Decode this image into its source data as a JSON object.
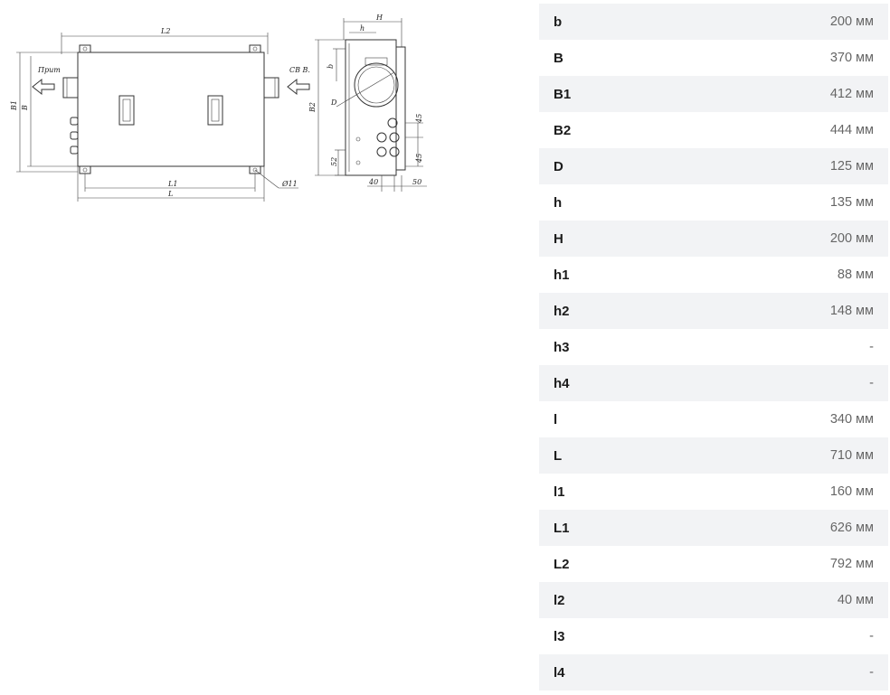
{
  "drawing": {
    "labels": {
      "l2": "L2",
      "l1": "L1",
      "l": "L",
      "b1": "B1",
      "b": "B",
      "prit": "Прит",
      "sv": "СВ В.",
      "phi": "Ø11",
      "h_cap": "H",
      "h_small": "h",
      "b_small": "b",
      "d": "D",
      "b2": "B2",
      "d45a": "45",
      "d45b": "45",
      "d52": "52",
      "d40": "40",
      "d50": "50"
    }
  },
  "specs": [
    {
      "key": "b",
      "value": "200 мм"
    },
    {
      "key": "B",
      "value": "370 мм"
    },
    {
      "key": "B1",
      "value": "412 мм"
    },
    {
      "key": "B2",
      "value": "444 мм"
    },
    {
      "key": "D",
      "value": "125 мм"
    },
    {
      "key": "h",
      "value": "135 мм"
    },
    {
      "key": "H",
      "value": "200 мм"
    },
    {
      "key": "h1",
      "value": "88 мм"
    },
    {
      "key": "h2",
      "value": "148 мм"
    },
    {
      "key": "h3",
      "value": "-"
    },
    {
      "key": "h4",
      "value": "-"
    },
    {
      "key": "l",
      "value": "340 мм"
    },
    {
      "key": "L",
      "value": "710 мм"
    },
    {
      "key": "l1",
      "value": "160 мм"
    },
    {
      "key": "L1",
      "value": "626 мм"
    },
    {
      "key": "L2",
      "value": "792 мм"
    },
    {
      "key": "l2",
      "value": "40 мм"
    },
    {
      "key": "l3",
      "value": "-"
    },
    {
      "key": "l4",
      "value": "-"
    }
  ]
}
